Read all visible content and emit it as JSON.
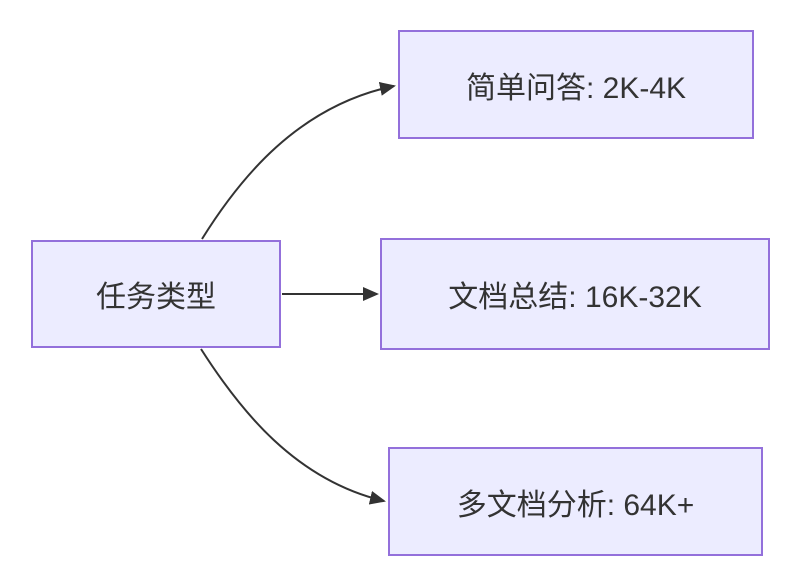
{
  "diagram": {
    "type": "flowchart-LR",
    "root": {
      "label": "任务类型"
    },
    "nodes": [
      {
        "label": "简单问答: 2K-4K"
      },
      {
        "label": "文档总结: 16K-32K"
      },
      {
        "label": "多文档分析: 64K+"
      }
    ],
    "edges": [
      {
        "from": "任务类型",
        "to": "简单问答: 2K-4K"
      },
      {
        "from": "任务类型",
        "to": "文档总结: 16K-32K"
      },
      {
        "from": "任务类型",
        "to": "多文档分析: 64K+"
      }
    ],
    "colors": {
      "node_fill": "#ECECFF",
      "node_border": "#9370DB",
      "edge_line": "#333333",
      "text": "#333333",
      "background": "#FFFFFF"
    }
  }
}
